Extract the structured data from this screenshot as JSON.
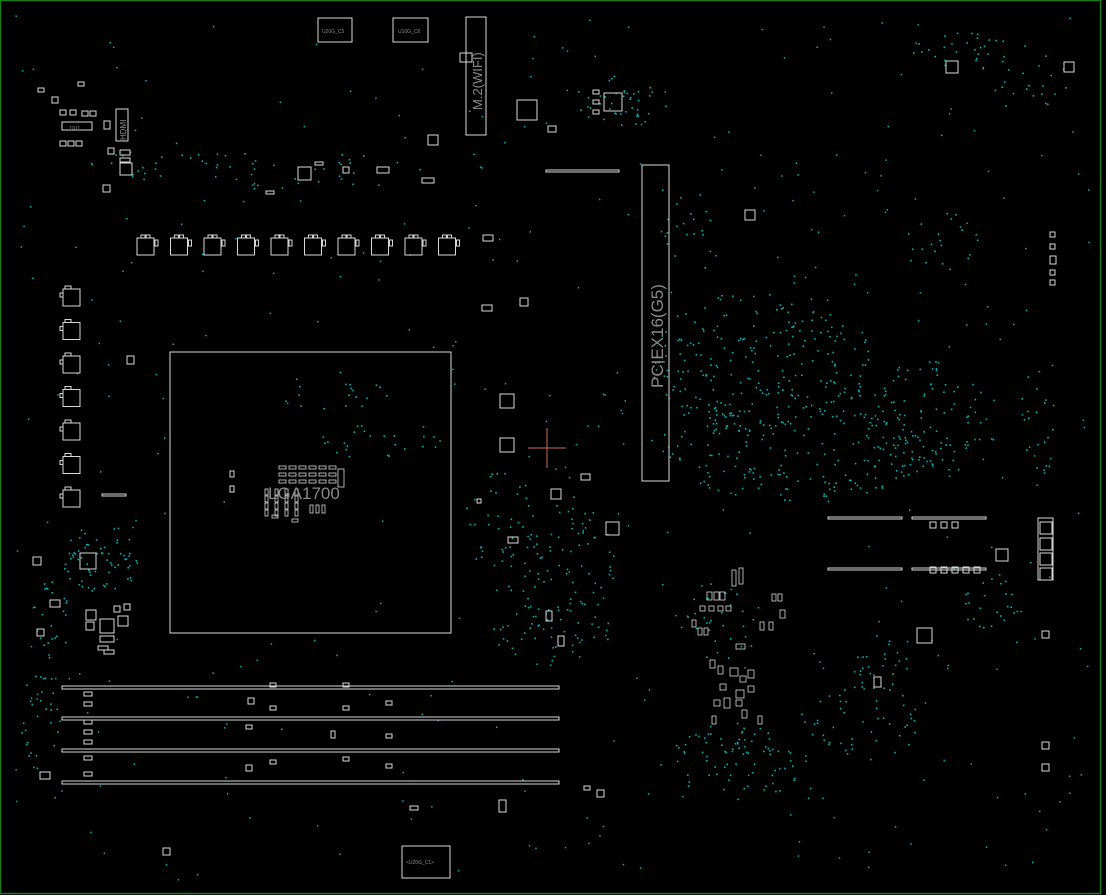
{
  "labels": {
    "socket": "LGA1700",
    "pcie": "PCIEX16(G5)",
    "wifi": "M.2(WIFI)",
    "hdmi": "HDMI",
    "conn_top_a": "U20G_C5",
    "conn_top_b": "U10G_C6",
    "conn_bottom": "<U20G_C1>",
    "small_chip": "DU1"
  },
  "colors": {
    "background": "#000000",
    "outline": "#d8d8d8",
    "via": "#00b3b3",
    "label": "#8a8a8a",
    "marker": "#c8705a",
    "frame": "#1b7a1b"
  }
}
